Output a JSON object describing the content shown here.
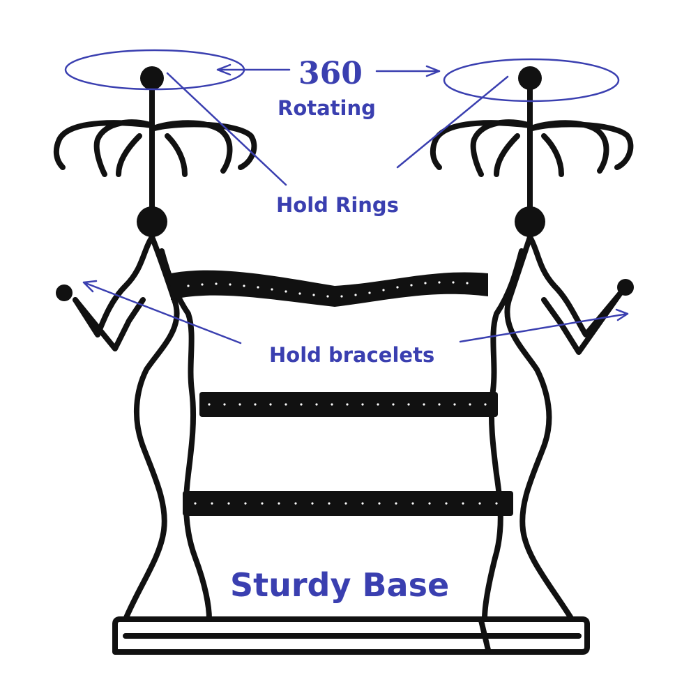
{
  "image": {
    "subject": "black-metal-jewelry-stand",
    "colors": {
      "metal": "#111111",
      "annotation": "#3a3fb0",
      "background": "#ffffff"
    }
  },
  "annotations": {
    "rotation_value": "360",
    "rotation_label": "Rotating",
    "rings_label": "Hold Rings",
    "bracelets_label": "Hold bracelets",
    "base_label": "Sturdy Base"
  }
}
